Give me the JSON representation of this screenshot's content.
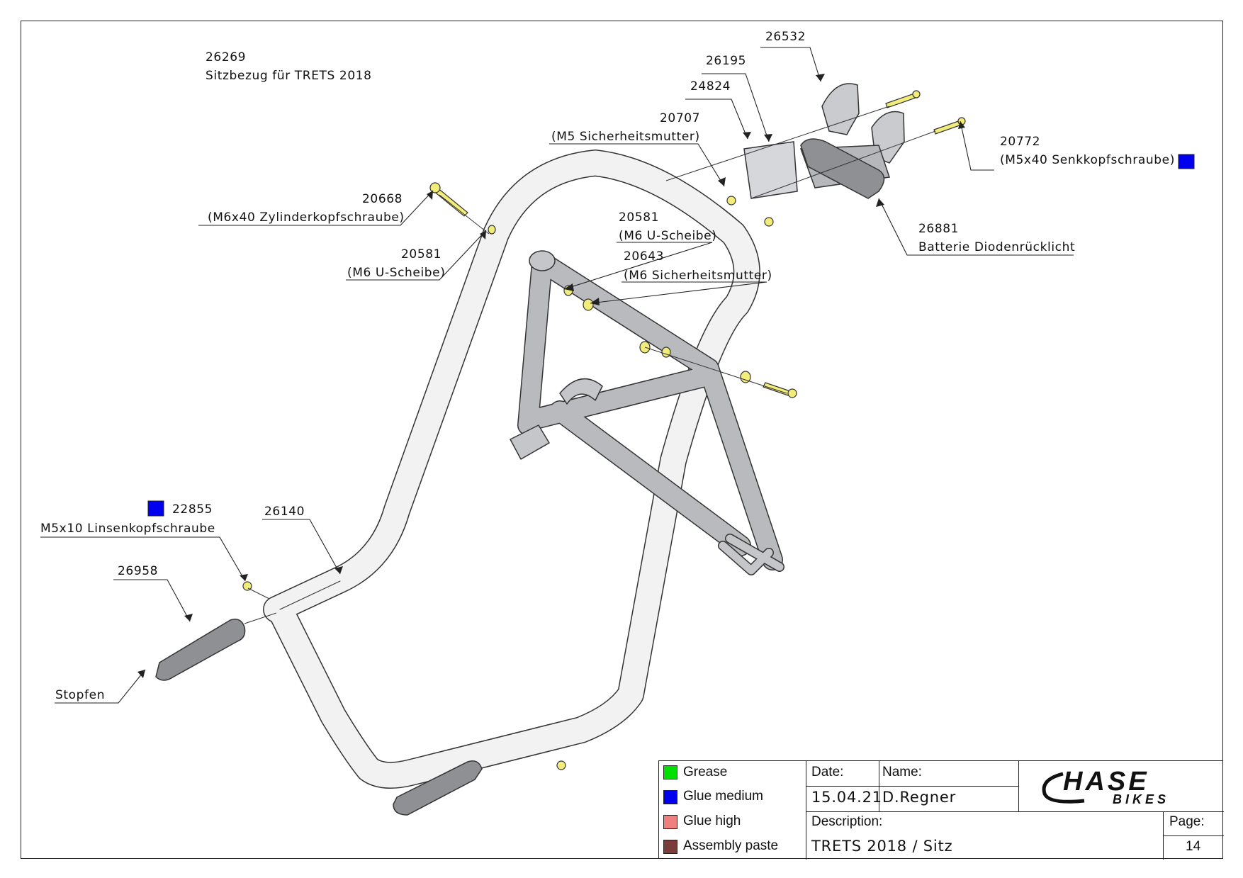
{
  "callouts": {
    "c26269": {
      "number": "26269",
      "desc": "Sitzbezug für TRETS 2018"
    },
    "c26532": {
      "number": "26532"
    },
    "c26195": {
      "number": "26195"
    },
    "c24824": {
      "number": "24824"
    },
    "c20707": {
      "number": "20707",
      "desc": "(M5 Sicherheitsmutter)"
    },
    "c20772": {
      "number": "20772",
      "desc": "(M5x40 Senkkopfschraube)"
    },
    "c20668": {
      "number": "20668",
      "desc": "(M6x40 Zylinderkopfschraube)"
    },
    "c20581a": {
      "number": "20581",
      "desc": "(M6 U-Scheibe)"
    },
    "c20581b": {
      "number": "20581",
      "desc": "(M6 U-Scheibe)"
    },
    "c20643": {
      "number": "20643",
      "desc": "(M6 Sicherheitsmutter)"
    },
    "c26881": {
      "number": "26881",
      "desc": "Batterie Diodenrücklicht"
    },
    "c22855": {
      "number": "22855",
      "desc": "M5x10 Linsenkopfschraube"
    },
    "c26140": {
      "number": "26140"
    },
    "c26958": {
      "number": "26958"
    },
    "stopfen": {
      "desc": "Stopfen"
    }
  },
  "legend": [
    {
      "label": "Grease",
      "color": "#00e000"
    },
    {
      "label": "Glue medium",
      "color": "#0000ee"
    },
    {
      "label": "Glue high",
      "color": "#f08080"
    },
    {
      "label": "Assembly paste",
      "color": "#7a3b3b"
    }
  ],
  "glue_marker_color": "#0000ee",
  "titleblock": {
    "date_label": "Date:",
    "date_value": "15.04.21",
    "name_label": "Name:",
    "name_value": "D.Regner",
    "description_label": "Description:",
    "description_value": "TRETS 2018 / Sitz",
    "page_label": "Page:",
    "page_value": "14",
    "logo_top": "HASE",
    "logo_bottom": "BIKES"
  }
}
